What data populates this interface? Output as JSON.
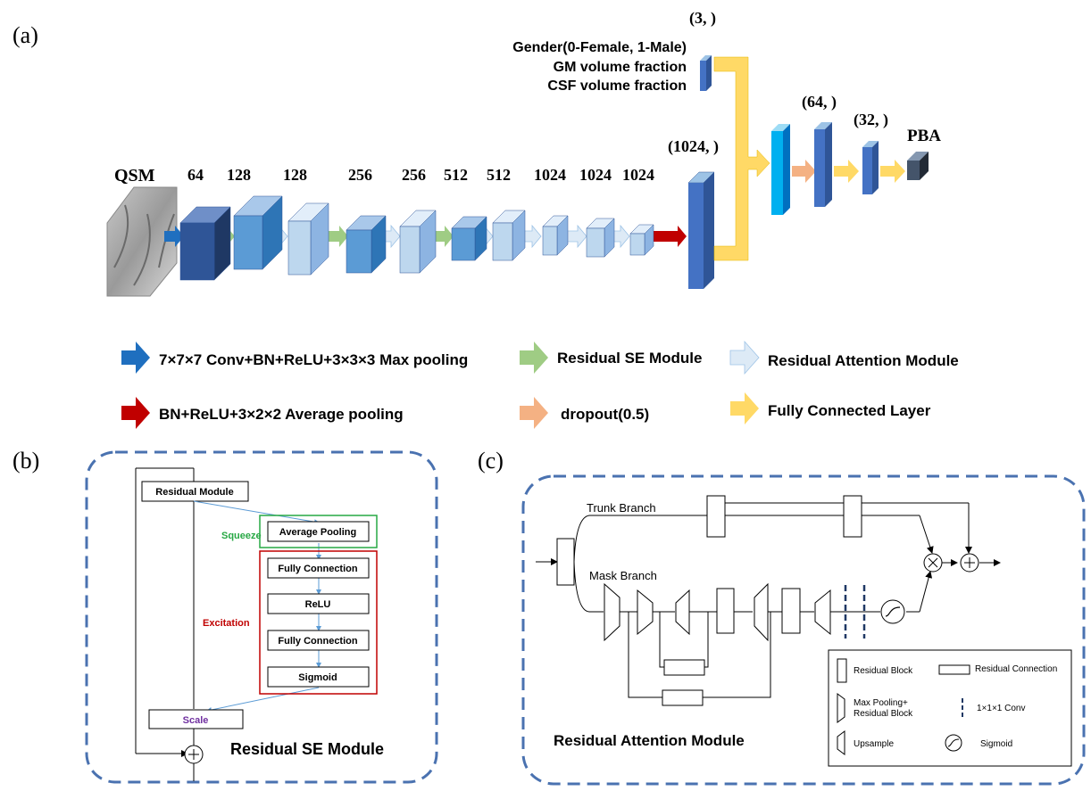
{
  "panels": {
    "a": "(a)",
    "b": "(b)",
    "c": "(c)"
  },
  "panel_a": {
    "input_label": "QSM",
    "channels": [
      "64",
      "128",
      "128",
      "256",
      "256",
      "512",
      "512",
      "1024",
      "1024",
      "1024"
    ],
    "concat_label": "(1024, )",
    "demographics_shape": "(3, )",
    "demographics": [
      "Gender(0-Female, 1-Male)",
      "GM volume fraction",
      "CSF volume fraction"
    ],
    "fc1_label": "(64, )",
    "fc2_label": "(32, )",
    "output_label": "PBA"
  },
  "legend": {
    "conv": "7×7×7 Conv+BN+ReLU+3×3×3 Max pooling",
    "se": "Residual SE Module",
    "attention": "Residual Attention Module",
    "avgpool": "BN+ReLU+3×2×2 Average pooling",
    "dropout": "dropout(0.5)",
    "fc": "Fully Connected Layer",
    "colors": {
      "conv": "#1f6fbf",
      "se": "#9fcc84",
      "attention": "#d6e6f5",
      "avgpool": "#c00000",
      "dropout": "#f4b183",
      "fc": "#ffd966"
    }
  },
  "panel_b": {
    "residual_module": "Residual Module",
    "squeeze": "Squeeze",
    "average_pooling": "Average Pooling",
    "excitation": "Excitation",
    "fc1": "Fully Connection",
    "relu": "ReLU",
    "fc2": "Fully Connection",
    "sigmoid": "Sigmoid",
    "scale": "Scale",
    "title": "Residual SE Module"
  },
  "panel_c": {
    "trunk": "Trunk Branch",
    "mask": "Mask Branch",
    "title": "Residual Attention Module",
    "legend": {
      "residual_block": "Residual Block",
      "residual_connection": "Residual Connection",
      "maxpool_line1": "Max Pooling+",
      "maxpool_line2": "Residual Block",
      "conv": "1×1×1 Conv",
      "upsample": "Upsample",
      "sigmoid": "Sigmoid"
    }
  }
}
